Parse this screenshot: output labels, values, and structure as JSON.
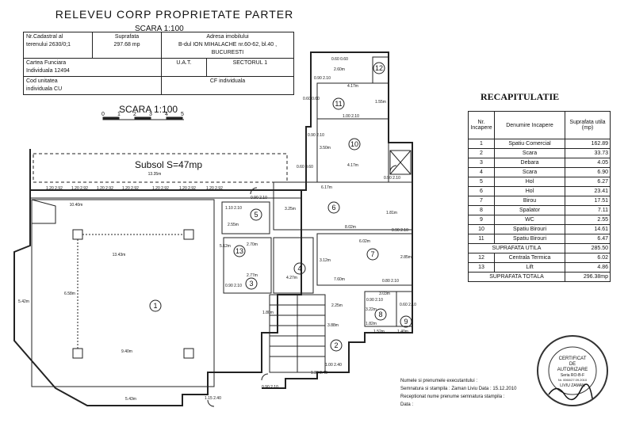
{
  "header": {
    "title": "RELEVEU CORP PROPRIETATE PARTER",
    "scale": "SCARA 1:100"
  },
  "info_table": {
    "cadastral_label_1": "Nr.Cadastral al",
    "cadastral_label_2": "terenului 2630/0;1",
    "area_label": "Suprafata",
    "area_value": "297.68 mp",
    "address_label": "Adresa imobilului",
    "address_value": "B-dul ION MIHALACHE nr.60-62, bl.40 , BUCURESTI",
    "land_book_label": "Cartea Funciara",
    "land_book_value": "Individuala 12494",
    "uat_label": "U.A.T.",
    "sector": "SECTORUL 1",
    "unit_code_label": "Cod unitatea",
    "unit_code_value": "individuala CU",
    "cf_label": "CF individuala"
  },
  "plan": {
    "scale_label": "SCARA 1:100",
    "scale_ticks": [
      "0",
      "1",
      "2",
      "3",
      "4",
      "5"
    ],
    "basement_label": "Subsol   S=47mp",
    "room_numbers": [
      "1",
      "2",
      "3",
      "4",
      "5",
      "6",
      "7",
      "8",
      "9",
      "10",
      "11",
      "12",
      "13"
    ],
    "dims": [
      "13.35m",
      "10.40m",
      "13.43m",
      "6.58m",
      "5.42m",
      "9.40m",
      "5.43m",
      "6.17m",
      "8.02m",
      "6.02m",
      "7.60m",
      "4.17m",
      "3.50m",
      "4.17m",
      "2.60m",
      "2.25m",
      "2.55m",
      "2.70m",
      "2.77m",
      "3.12m",
      "2.85m",
      "3.03m",
      "1.52m",
      "1.40m",
      "1.82m",
      "3.22m",
      "1.80m",
      "3.88m",
      "3.25m",
      "4.27m",
      "5.12m",
      "1.55m",
      "1.81m"
    ],
    "openings": [
      "1.20 2.92",
      "1.20 2.92",
      "1.20 2.92",
      "1.20 2.92",
      "1.20 2.92",
      "1.20 2.92",
      "1.20 2.92",
      "0.90 2.10",
      "0.60 0.60",
      "0.90 2.10",
      "1.00 2.10",
      "0.60 0.60",
      "0.90 2.10",
      "0.90 2.10",
      "0.90 2.10",
      "1.10 2.10",
      "0.90 2.10",
      "0.80 2.10",
      "0.60 2.10",
      "0.90 2.10",
      "0.60 0.60",
      "1.00 2.40",
      "1.33 2.40",
      "0.90 2.10",
      "1.15 2.40"
    ]
  },
  "recap": {
    "title": "RECAPITULATIE",
    "col_nr": "Nr. Incapere",
    "col_name": "Denumire Incapere",
    "col_area": "Suprafata utila (mp)",
    "rows": [
      {
        "nr": "1",
        "name": "Spatiu Comercial",
        "area": "162.89"
      },
      {
        "nr": "2",
        "name": "Scara",
        "area": "33.73"
      },
      {
        "nr": "3",
        "name": "Debara",
        "area": "4.05"
      },
      {
        "nr": "4",
        "name": "Scara",
        "area": "6.90"
      },
      {
        "nr": "5",
        "name": "Hol",
        "area": "6.27"
      },
      {
        "nr": "6",
        "name": "Hol",
        "area": "23.41"
      },
      {
        "nr": "7",
        "name": "Birou",
        "area": "17.51"
      },
      {
        "nr": "8",
        "name": "Spalator",
        "area": "7.11"
      },
      {
        "nr": "9",
        "name": "WC",
        "area": "2.55"
      },
      {
        "nr": "10",
        "name": "Spatiu Birouri",
        "area": "14.61"
      },
      {
        "nr": "11",
        "name": "Spatiu Birouri",
        "area": "6.47"
      }
    ],
    "useful_label": "SUPRAFATA UTILA",
    "useful_value": "285.50",
    "extra_rows": [
      {
        "nr": "12",
        "name": "Centrala Termica",
        "area": "6.02"
      },
      {
        "nr": "13",
        "name": "Lift",
        "area": "4.86"
      }
    ],
    "total_label": "SUPRAFATA TOTALA",
    "total_value": "296.38mp"
  },
  "signature": {
    "line1": "Numele si prenumele executantului :",
    "line2": "Semnatura si stampila : Zaman Liviu   Data : 15.12.2010",
    "line3": "Receptionat nume prenume semnatura stampila :",
    "line4": "Data :"
  },
  "stamp": {
    "line1": "CERTIFICAT",
    "line2": "DE",
    "line3": "AUTORIZARE",
    "line4": "Seria RO-B-F",
    "line5": "Nr. 0060/27.09.2010",
    "line6": "LIVIU ZAMAN"
  }
}
